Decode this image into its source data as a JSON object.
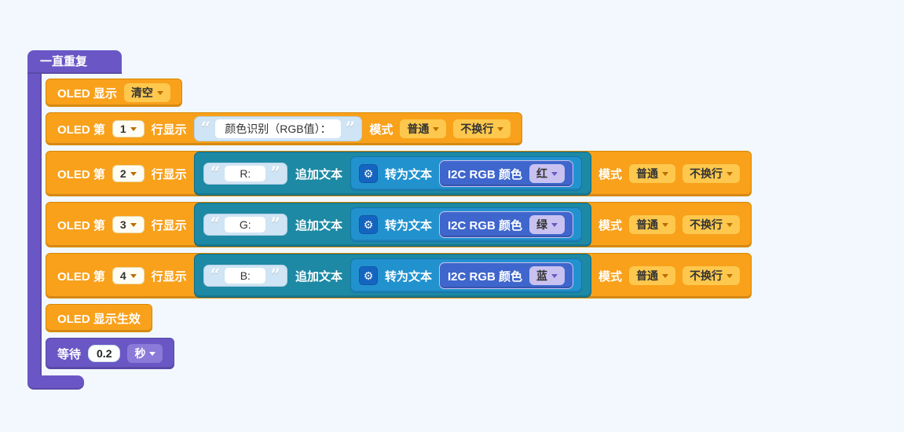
{
  "colors": {
    "bg": "#f2f8fd",
    "purple": "#6a57c5",
    "purple-dark": "#5847a8",
    "purple-light": "#8b7ad8",
    "orange": "#f9a11b",
    "orange-dark": "#d98700",
    "yellow": "#fdc84d",
    "teal": "#1d89a4",
    "teal-dark": "#116b81",
    "blue": "#2292cf",
    "blue-dark": "#1474ab",
    "indigo": "#3f66cc",
    "lavender": "#c9c2f0",
    "str-bg": "#cfe4f4"
  },
  "icons": {
    "gear": "⚙",
    "open_quote": "“",
    "close_quote": "”"
  },
  "loop": {
    "label": "一直重复"
  },
  "oled_clear": {
    "label": "OLED 显示",
    "value": "清空"
  },
  "labels": {
    "prefix": "OLED 第",
    "mid": "行显示",
    "mode": "模式",
    "append": "追加文本",
    "convert": "转为文本",
    "rgb": "I2C RGB 颜色"
  },
  "rows": [
    {
      "line": "1",
      "text": "颜色识别（RGB值）：",
      "mode": "普通",
      "wrap": "不换行"
    },
    {
      "line": "2",
      "text": "R:",
      "channel": "红",
      "mode": "普通",
      "wrap": "不换行"
    },
    {
      "line": "3",
      "text": "G:",
      "channel": "绿",
      "mode": "普通",
      "wrap": "不换行"
    },
    {
      "line": "4",
      "text": "B:",
      "channel": "蓝",
      "mode": "普通",
      "wrap": "不换行"
    }
  ],
  "oled_effect": {
    "label": "OLED 显示生效"
  },
  "wait": {
    "label": "等待",
    "value": "0.2",
    "unit": "秒"
  }
}
